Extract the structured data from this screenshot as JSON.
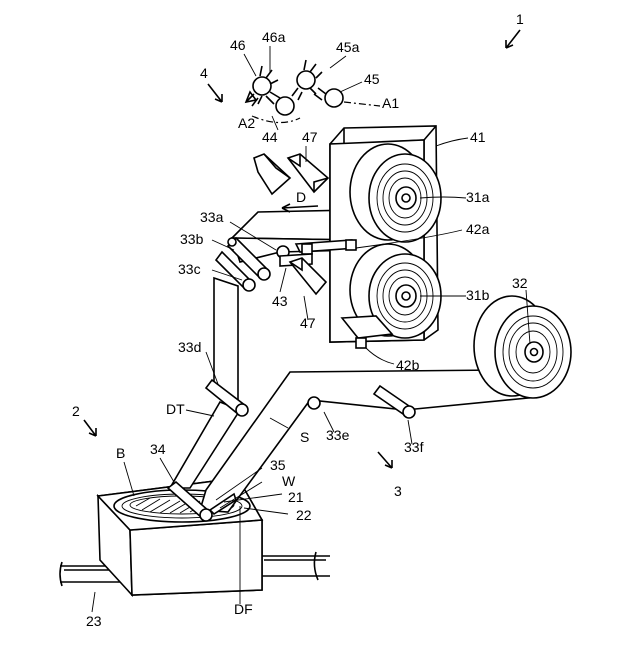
{
  "labels": {
    "apparatus": "1",
    "wafer_unit": "2",
    "tape_unit": "3",
    "cutting_unit": "4",
    "roll_upper": "31a",
    "roll_lower": "31b",
    "takeup_roll": "32",
    "guide_33a": "33a",
    "guide_33b": "33b",
    "guide_33c": "33c",
    "guide_33d": "33d",
    "guide_33e": "33e",
    "guide_33f": "33f",
    "roller_34": "34",
    "roller_35": "35",
    "frame_41": "41",
    "arm_42a": "42a",
    "arm_42b": "42b",
    "block_43": "43",
    "block_44": "44",
    "cutter_45": "45",
    "cutter_45a": "45a",
    "cutter_46": "46",
    "cutter_46a": "46a",
    "block_47_top": "47",
    "block_47_bottom": "47",
    "axis_a1": "A1",
    "axis_a2": "A2",
    "direction_d": "D",
    "tape_dt": "DT",
    "tape_df": "DF",
    "sheet_s": "S",
    "wafer_w": "W",
    "part_b": "B",
    "table_21": "21",
    "holder_22": "22",
    "rail_23": "23"
  }
}
